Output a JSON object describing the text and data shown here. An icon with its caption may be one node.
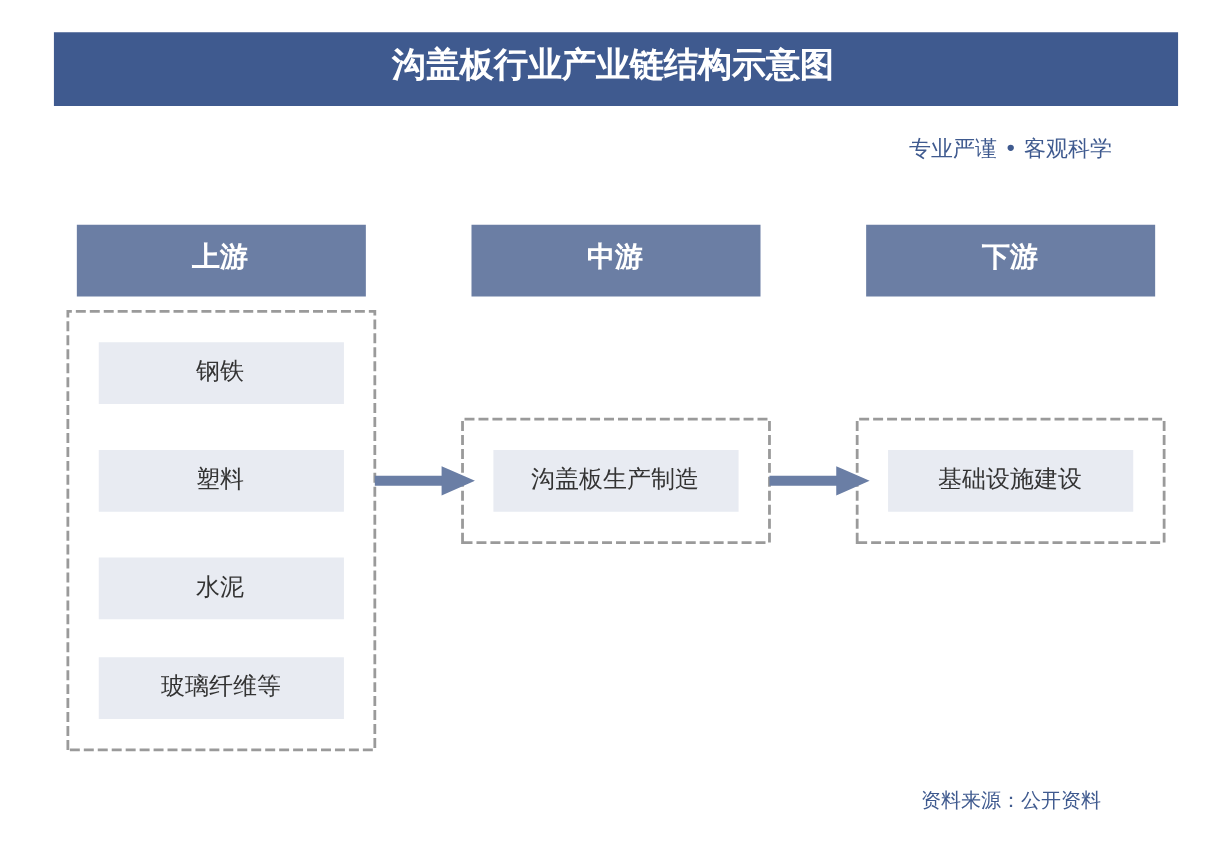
{
  "diagram": {
    "title": "沟盖板行业产业链结构示意图",
    "nodes": [
      {
        "text": [
          "上游"
        ]
      },
      {
        "text": [
          "中游"
        ]
      },
      {
        "text": [
          "下游"
        ]
      },
      {
        "text": [],
        "shape": "box"
      },
      {
        "text": [
          "钢铁"
        ],
        "in": 3
      },
      {
        "text": [
          "塑料"
        ],
        "in": 3
      },
      {
        "text": [
          "水泥"
        ],
        "in": 3
      },
      {
        "text": [
          "玻璃纤维等"
        ],
        "in": 3
      },
      {
        "text": [],
        "shape": "box"
      },
      {
        "text": [
          "沟盖板生产制造"
        ],
        "in": 8
      },
      {
        "text": [],
        "shape": "box"
      },
      {
        "text": [
          "基础设施建设"
        ],
        "in": 10
      }
    ],
    "edges": [
      {
        "from": 3,
        "to": 8,
        "arrow": "to"
      },
      {
        "from": 8,
        "to": 10,
        "arrow": "to"
      }
    ],
    "labels": [
      "专业严谨 • 客观科学",
      "资料来源：公开资料"
    ]
  }
}
